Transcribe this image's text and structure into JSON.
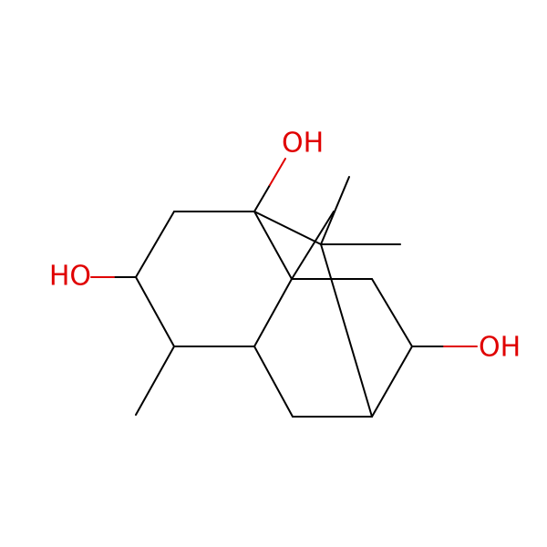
{
  "molecule": {
    "hydroxyl_labels": [
      {
        "id": "oh-top",
        "text": "OH"
      },
      {
        "id": "oh-left",
        "text": "HO"
      },
      {
        "id": "oh-right",
        "text": "OH"
      }
    ],
    "colors": {
      "bond": "#000000",
      "oxygen": "#e00000"
    }
  }
}
